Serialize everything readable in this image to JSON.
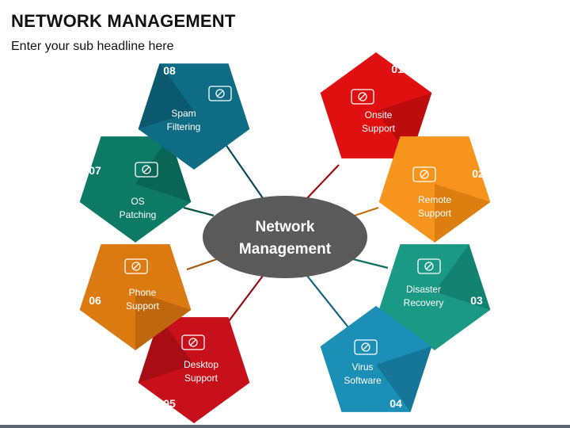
{
  "header": {
    "title": "NETWORK MANAGEMENT",
    "subtitle": "Enter your sub headline here"
  },
  "center": {
    "line1": "Network",
    "line2": "Management",
    "color": "#5a5a5a"
  },
  "items": [
    {
      "num": "01",
      "line1": "Onsite",
      "line2": "Support",
      "icon": "delivery-truck-icon",
      "color": "#e01010",
      "shade": "#a00a0a"
    },
    {
      "num": "02",
      "line1": "Remote",
      "line2": "Support",
      "icon": "remote-computer-icon",
      "color": "#f7941d",
      "shade": "#c66d06"
    },
    {
      "num": "03",
      "line1": "Disaster",
      "line2": "Recovery",
      "icon": "disaster-building-icon",
      "color": "#1a9a85",
      "shade": "#10705f"
    },
    {
      "num": "04",
      "line1": "Virus",
      "line2": "Software",
      "icon": "virus-shield-icon",
      "color": "#1b8fb5",
      "shade": "#11627f"
    },
    {
      "num": "05",
      "line1": "Desktop",
      "line2": "Support",
      "icon": "laptop-wrench-icon",
      "color": "#c8101a",
      "shade": "#8e0a12"
    },
    {
      "num": "06",
      "line1": "Phone",
      "line2": "Support",
      "icon": "phone-24-icon",
      "color": "#dc7a12",
      "shade": "#a5570a"
    },
    {
      "num": "07",
      "line1": "OS",
      "line2": "Patching",
      "icon": "os-patch-icon",
      "color": "#0d7a66",
      "shade": "#075446"
    },
    {
      "num": "08",
      "line1": "Spam",
      "line2": "Filtering",
      "icon": "spam-funnel-icon",
      "color": "#0e6c85",
      "shade": "#084a5c"
    }
  ]
}
